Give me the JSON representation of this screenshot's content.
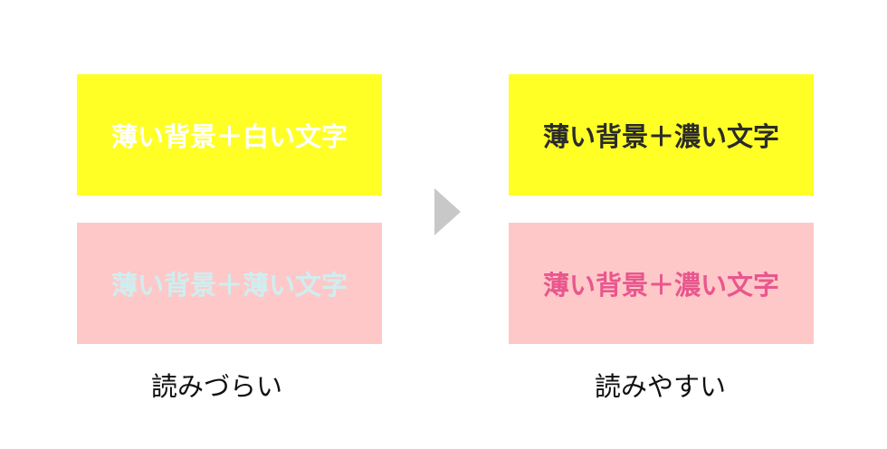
{
  "left": {
    "top_box": {
      "text": "薄い背景＋白い文字",
      "bg": "#ffff26",
      "color": "#ffffff"
    },
    "bottom_box": {
      "text": "薄い背景＋薄い文字",
      "bg": "#ffc8c8",
      "color": "#cfeef0"
    },
    "caption": "読みづらい"
  },
  "right": {
    "top_box": {
      "text": "薄い背景＋濃い文字",
      "bg": "#ffff26",
      "color": "#2b2b2b"
    },
    "bottom_box": {
      "text": "薄い背景＋濃い文字",
      "bg": "#ffc8c8",
      "color": "#e8578e"
    },
    "caption": "読みやすい"
  },
  "arrow": {
    "icon": "triangle-right-icon",
    "color": "#c8c8c8"
  }
}
